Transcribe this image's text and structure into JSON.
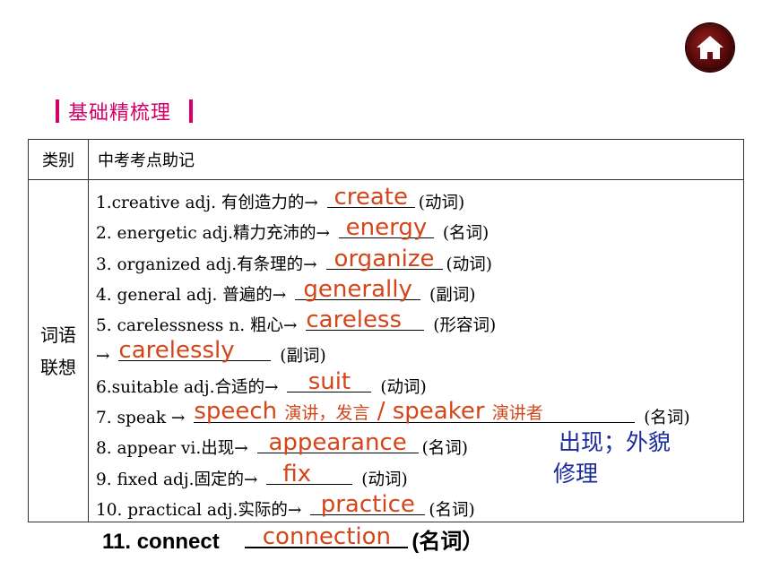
{
  "home": {
    "icon": "home-icon"
  },
  "section": {
    "title": "基础精梳理"
  },
  "table": {
    "headers": [
      "类别",
      "中考考点助记"
    ],
    "category": [
      "词语",
      "联想"
    ],
    "rows": [
      {
        "prefix": "1.creative adj. 有创造力的→",
        "answer": "create",
        "suffix": "(动词)"
      },
      {
        "prefix": "2. energetic adj.精力充沛的→",
        "answer": "energy",
        "suffix": "(名词)"
      },
      {
        "prefix": "3. organized adj.有条理的→",
        "answer": "organize",
        "suffix": "(动词)"
      },
      {
        "prefix": "4. general adj. 普遍的→",
        "answer": "generally",
        "suffix": "(副词)"
      },
      {
        "prefix": "5. carelessness n. 粗心→",
        "answer": "careless",
        "suffix": "(形容词)"
      },
      {
        "prefix": "→",
        "answer": "carelessly",
        "suffix": "(副词)"
      },
      {
        "prefix": "6.suitable adj.合适的→",
        "answer": "suit",
        "suffix": "(动词)"
      },
      {
        "prefix": "7. speak →",
        "answer1": "speech",
        "note1": "演讲，发言",
        "slash": "/",
        "answer2": "speaker",
        "note2": "演讲者",
        "suffix": "(名词)"
      },
      {
        "prefix": "8. appear vi.出现→",
        "answer": "appearance",
        "suffix": "(名词)",
        "note": "出现；外貌"
      },
      {
        "prefix": "9. fixed adj.固定的→",
        "answer": "fix",
        "suffix": "(动词)",
        "note": "修理"
      },
      {
        "prefix": "10. practical adj.实际的→",
        "answer": "practice",
        "suffix": "(名词)"
      }
    ]
  },
  "extra": {
    "prefix": "11. connect",
    "answer": "connection",
    "suffix": "(名词）"
  },
  "colors": {
    "title": "#d4006a",
    "answer": "#d4461a",
    "note": "#1a2a9a",
    "home": "#5a0a0a"
  }
}
